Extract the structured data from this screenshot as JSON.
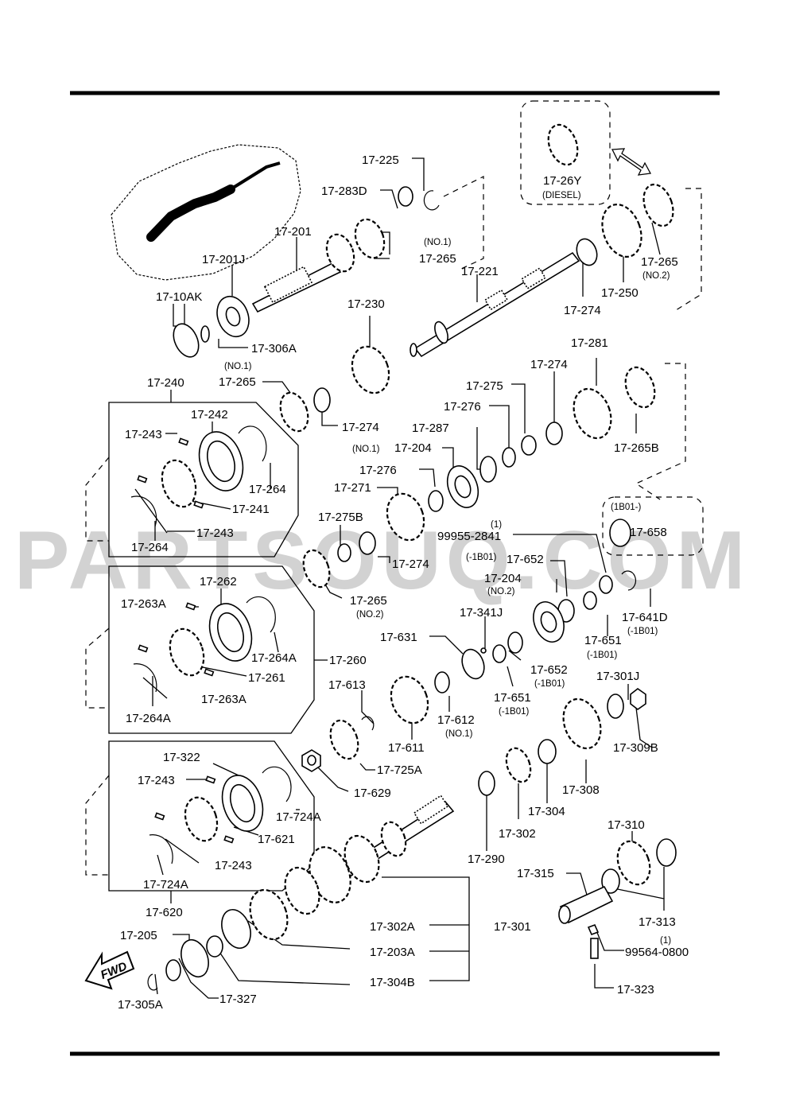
{
  "watermark": "PARTSOUQ.COM",
  "labels": {
    "l17_225": "17-225",
    "l17_283D": "17-283D",
    "l17_201": "17-201",
    "no1_a": "(NO.1)",
    "l17_265_a": "17-265",
    "l17_201J": "17-201J",
    "l17_10AK": "17-10AK",
    "l17_306A": "17-306A",
    "l17_26Y": "17-26Y",
    "diesel": "(DIESEL)",
    "l17_221": "17-221",
    "l17_250": "17-250",
    "l17_265_b": "17-265",
    "no2_b": "(NO.2)",
    "l17_274_a": "17-274",
    "l17_230": "17-230",
    "l17_240": "17-240",
    "no1_c": "(NO.1)",
    "l17_265_c": "17-265",
    "l17_274_b": "17-274",
    "l17_242": "17-242",
    "l17_243_a": "17-243",
    "l17_264_a": "17-264",
    "l17_241": "17-241",
    "l17_243_b": "17-243",
    "l17_264_b": "17-264",
    "l17_281": "17-281",
    "l17_274_c": "17-274",
    "l17_275": "17-275",
    "l17_276_a": "17-276",
    "l17_287": "17-287",
    "no1_d": "(NO.1)",
    "l17_204_a": "17-204",
    "l17_265B": "17-265B",
    "l17_276_b": "17-276",
    "l17_271": "17-271",
    "l17_275B": "17-275B",
    "l17_274_d": "17-274",
    "b1b01": "(1B01-)",
    "l17_658": "17-658",
    "qty1_a": "(1)",
    "l99955": "99955-2841",
    "m1b01_a": "(-1B01)",
    "l17_652_a": "17-652",
    "l17_204_b": "17-204",
    "no2_c": "(NO.2)",
    "l17_265_d": "17-265",
    "no2_d": "(NO.2)",
    "l17_262": "17-262",
    "l17_263A_a": "17-263A",
    "l17_264A_a": "17-264A",
    "l17_260": "17-260",
    "l17_261": "17-261",
    "l17_263A_b": "17-263A",
    "l17_264A_b": "17-264A",
    "l17_341J": "17-341J",
    "l17_631": "17-631",
    "l17_641D": "17-641D",
    "m1b01_b": "(-1B01)",
    "l17_651_a": "17-651",
    "m1b01_c": "(-1B01)",
    "l17_652_b": "17-652",
    "m1b01_d": "(-1B01)",
    "l17_651_b": "17-651",
    "m1b01_e": "(-1B01)",
    "l17_301J": "17-301J",
    "l17_613": "17-613",
    "l17_612": "17-612",
    "no1_e": "(NO.1)",
    "l17_611": "17-611",
    "l17_725A": "17-725A",
    "l17_309B": "17-309B",
    "l17_322": "17-322",
    "l17_243_c": "17-243",
    "l17_724A_a": "17-724A",
    "l17_621": "17-621",
    "l17_243_d": "17-243",
    "l17_724A_b": "17-724A",
    "l17_620": "17-620",
    "l17_629": "17-629",
    "l17_308": "17-308",
    "l17_304": "17-304",
    "l17_302": "17-302",
    "l17_290": "17-290",
    "l17_310": "17-310",
    "l17_315": "17-315",
    "l17_313": "17-313",
    "l17_302A": "17-302A",
    "l17_301": "17-301",
    "l17_203A": "17-203A",
    "l17_304B": "17-304B",
    "l17_205": "17-205",
    "l17_305A": "17-305A",
    "l17_327": "17-327",
    "qty1_b": "(1)",
    "l99564": "99564-0800",
    "l17_323": "17-323",
    "fwd": "FWD"
  }
}
